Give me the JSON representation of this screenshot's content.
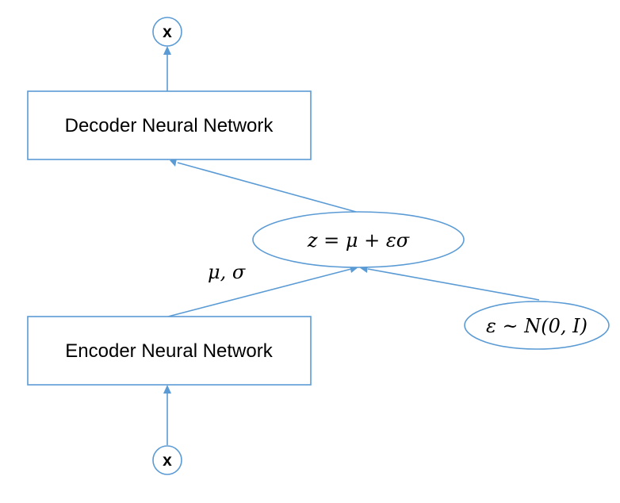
{
  "diagram": {
    "top_output_label": "x",
    "bottom_input_label": "x",
    "decoder_label": "Decoder Neural Network",
    "encoder_label": "Encoder Neural Network",
    "latent_label": "z =  μ + εσ",
    "noise_label": "ε ~ N(0, I)",
    "encoder_output_label": "μ, σ",
    "colors": {
      "stroke": "#5b9bd5",
      "fill": "#ffffff",
      "text": "#000000"
    }
  }
}
